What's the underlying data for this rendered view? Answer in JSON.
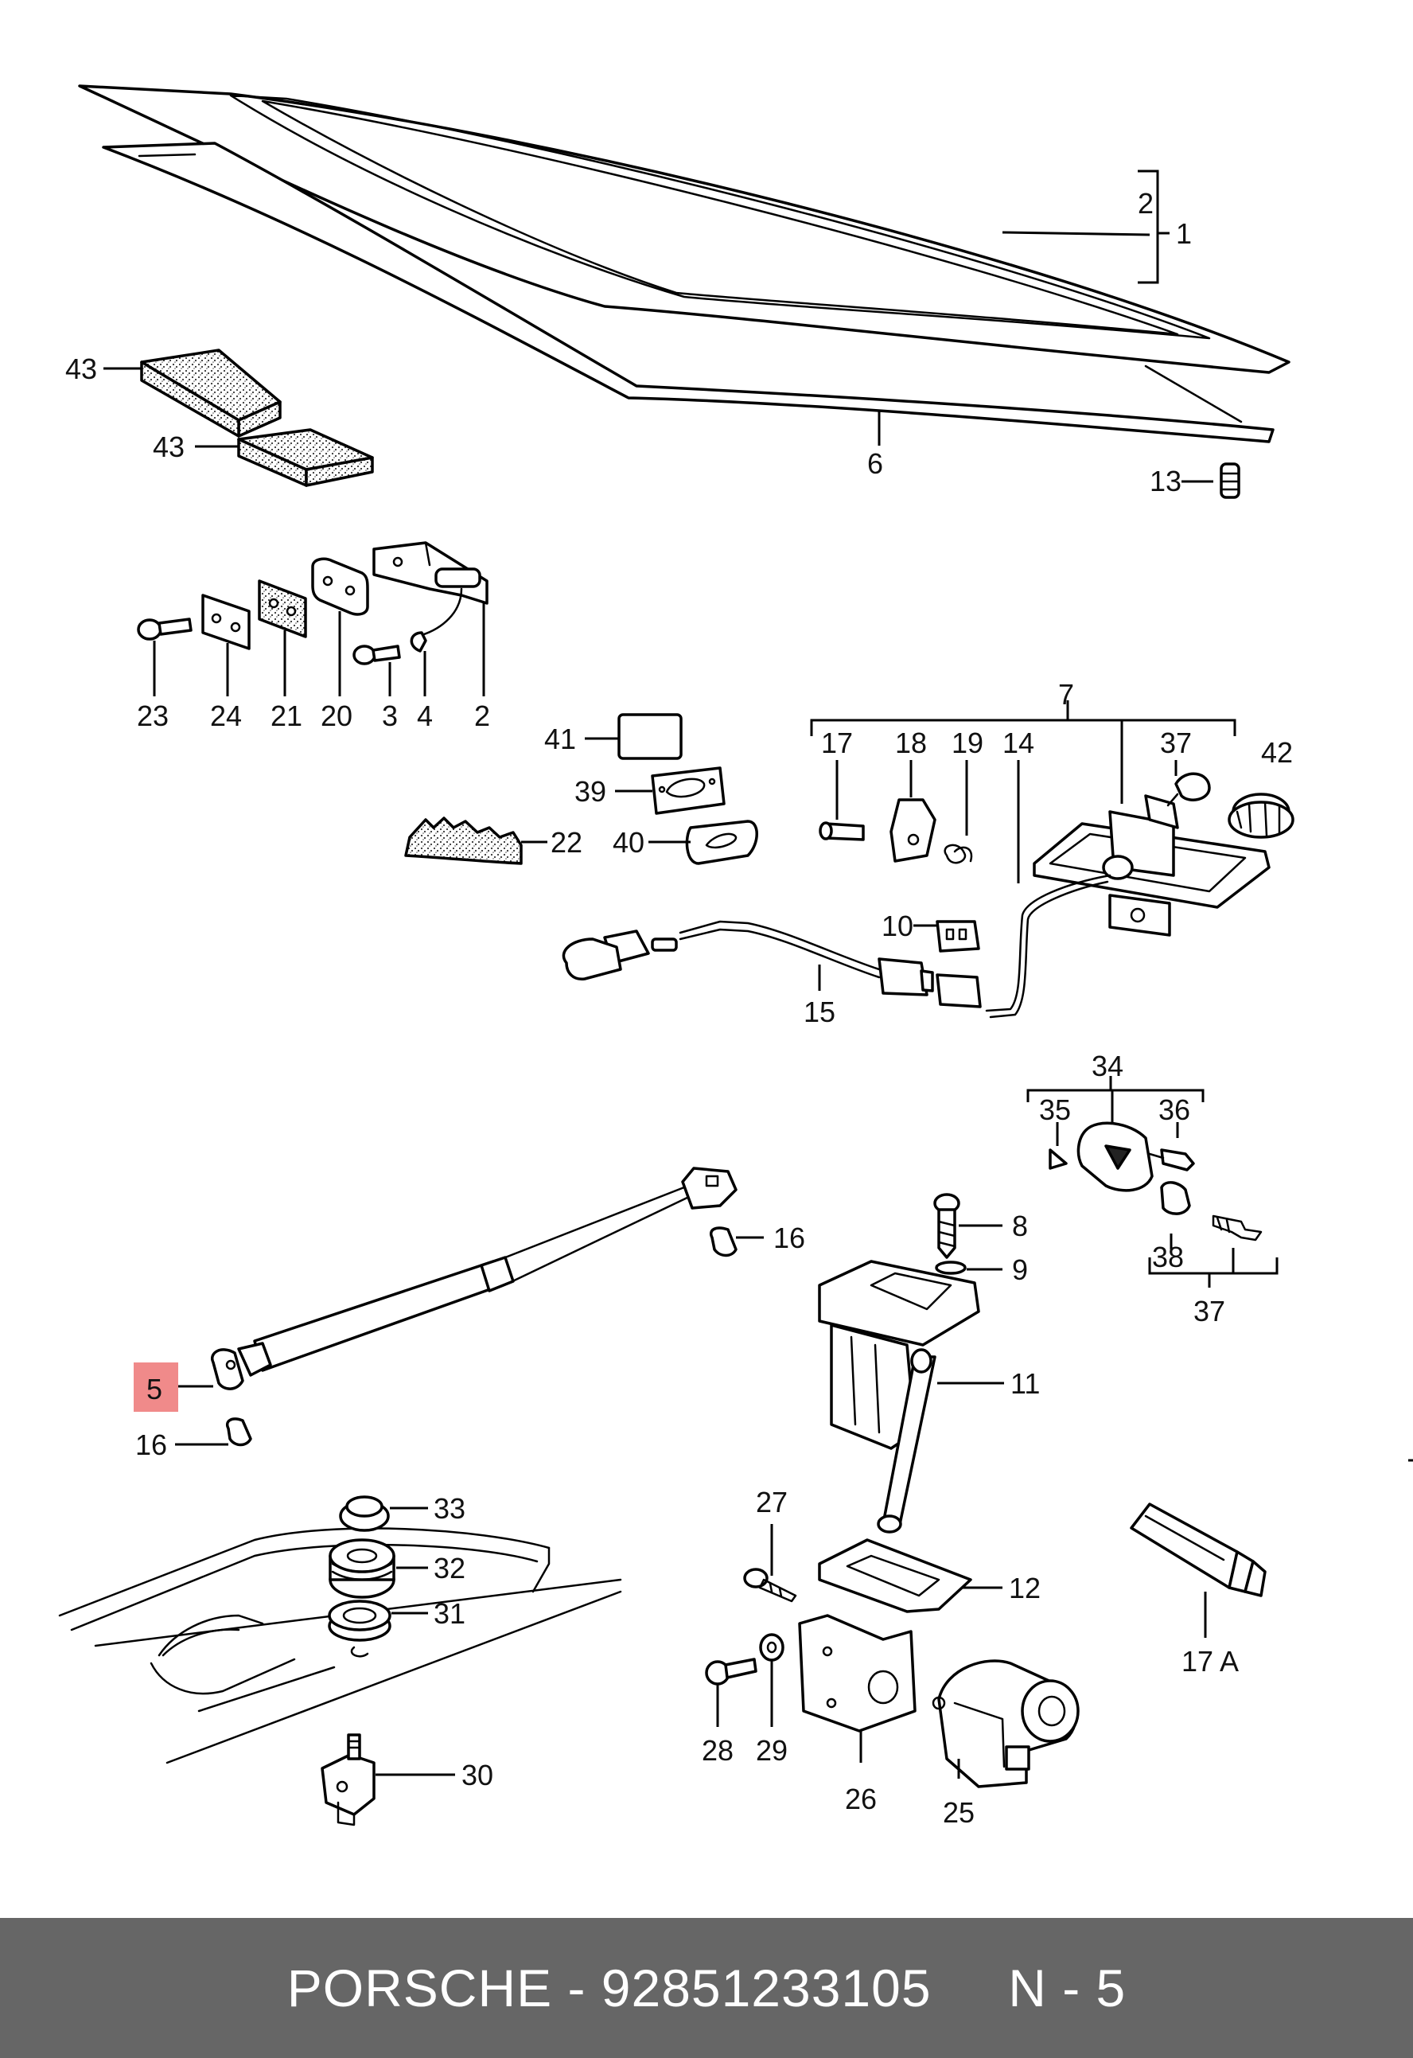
{
  "diagram": {
    "labels": {
      "l1": "1",
      "l2a": "2",
      "l6": "6",
      "l13": "13",
      "l43a": "43",
      "l43b": "43",
      "l23": "23",
      "l24": "24",
      "l21": "21",
      "l20": "20",
      "l3": "3",
      "l4": "4",
      "l2b": "2",
      "l41": "41",
      "l39": "39",
      "l22": "22",
      "l40": "40",
      "l7": "7",
      "l17": "17",
      "l18": "18",
      "l19": "19",
      "l14": "14",
      "l37a": "37",
      "l42": "42",
      "l10": "10",
      "l15": "15",
      "l34": "34",
      "l35": "35",
      "l36": "36",
      "l38": "38",
      "l37b": "37",
      "l16a": "16",
      "l8": "8",
      "l9": "9",
      "l5": "5",
      "l11": "11",
      "l16b": "16",
      "l33": "33",
      "l32": "32",
      "l31": "31",
      "l30": "30",
      "l27": "27",
      "l12": "12",
      "l17A": "17 A",
      "l28": "28",
      "l29": "29",
      "l26": "26",
      "l25": "25"
    },
    "highlight_color": "#f08a8a"
  },
  "footer": {
    "text": "PORSCHE - 92851233105     N - 5"
  }
}
